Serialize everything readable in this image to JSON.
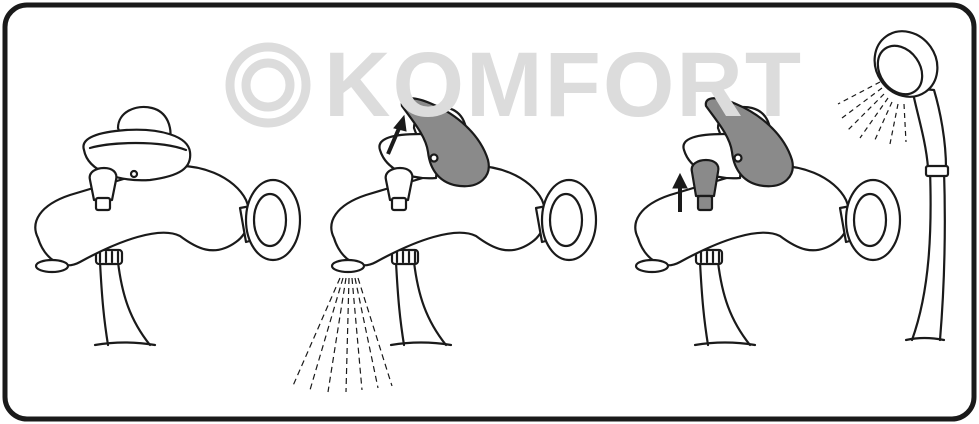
{
  "watermark": {
    "brand": "KOMFORT",
    "color": "#dcdcdc"
  },
  "colors": {
    "frame_border": "#1a1a1a",
    "line": "#1a1a1a",
    "handle_active": "#8a8a8a",
    "diverter_active": "#8a8a8a",
    "background": "#ffffff"
  },
  "panels": [
    {
      "name": "faucet-closed",
      "state": "handle down, water off"
    },
    {
      "name": "faucet-spout-flow",
      "state": "handle lifted, water flows from spout"
    },
    {
      "name": "faucet-diverter-up",
      "state": "diverter knob pulled up"
    },
    {
      "name": "hand-shower",
      "state": "water flows from hand shower"
    }
  ],
  "icons": [
    "up-arrow-icon",
    "water-spray-icon"
  ]
}
